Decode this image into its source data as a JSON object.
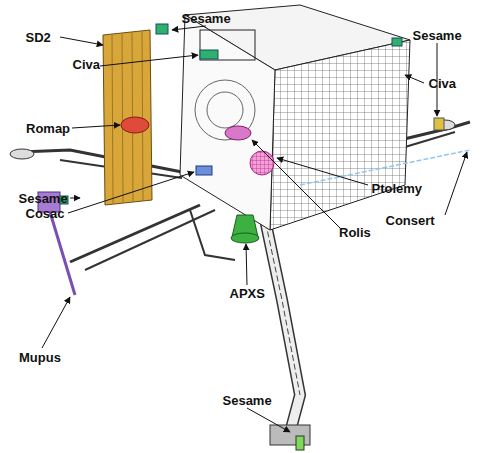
{
  "diagram": {
    "labels": [
      "Sesame",
      "SD2",
      "Civa",
      "Sesame",
      "Civa",
      "Romap",
      "Sesame",
      "Cosac",
      "Ptolemy",
      "Consert",
      "Rolis",
      "APXS",
      "Mupus",
      "Sesame"
    ]
  }
}
